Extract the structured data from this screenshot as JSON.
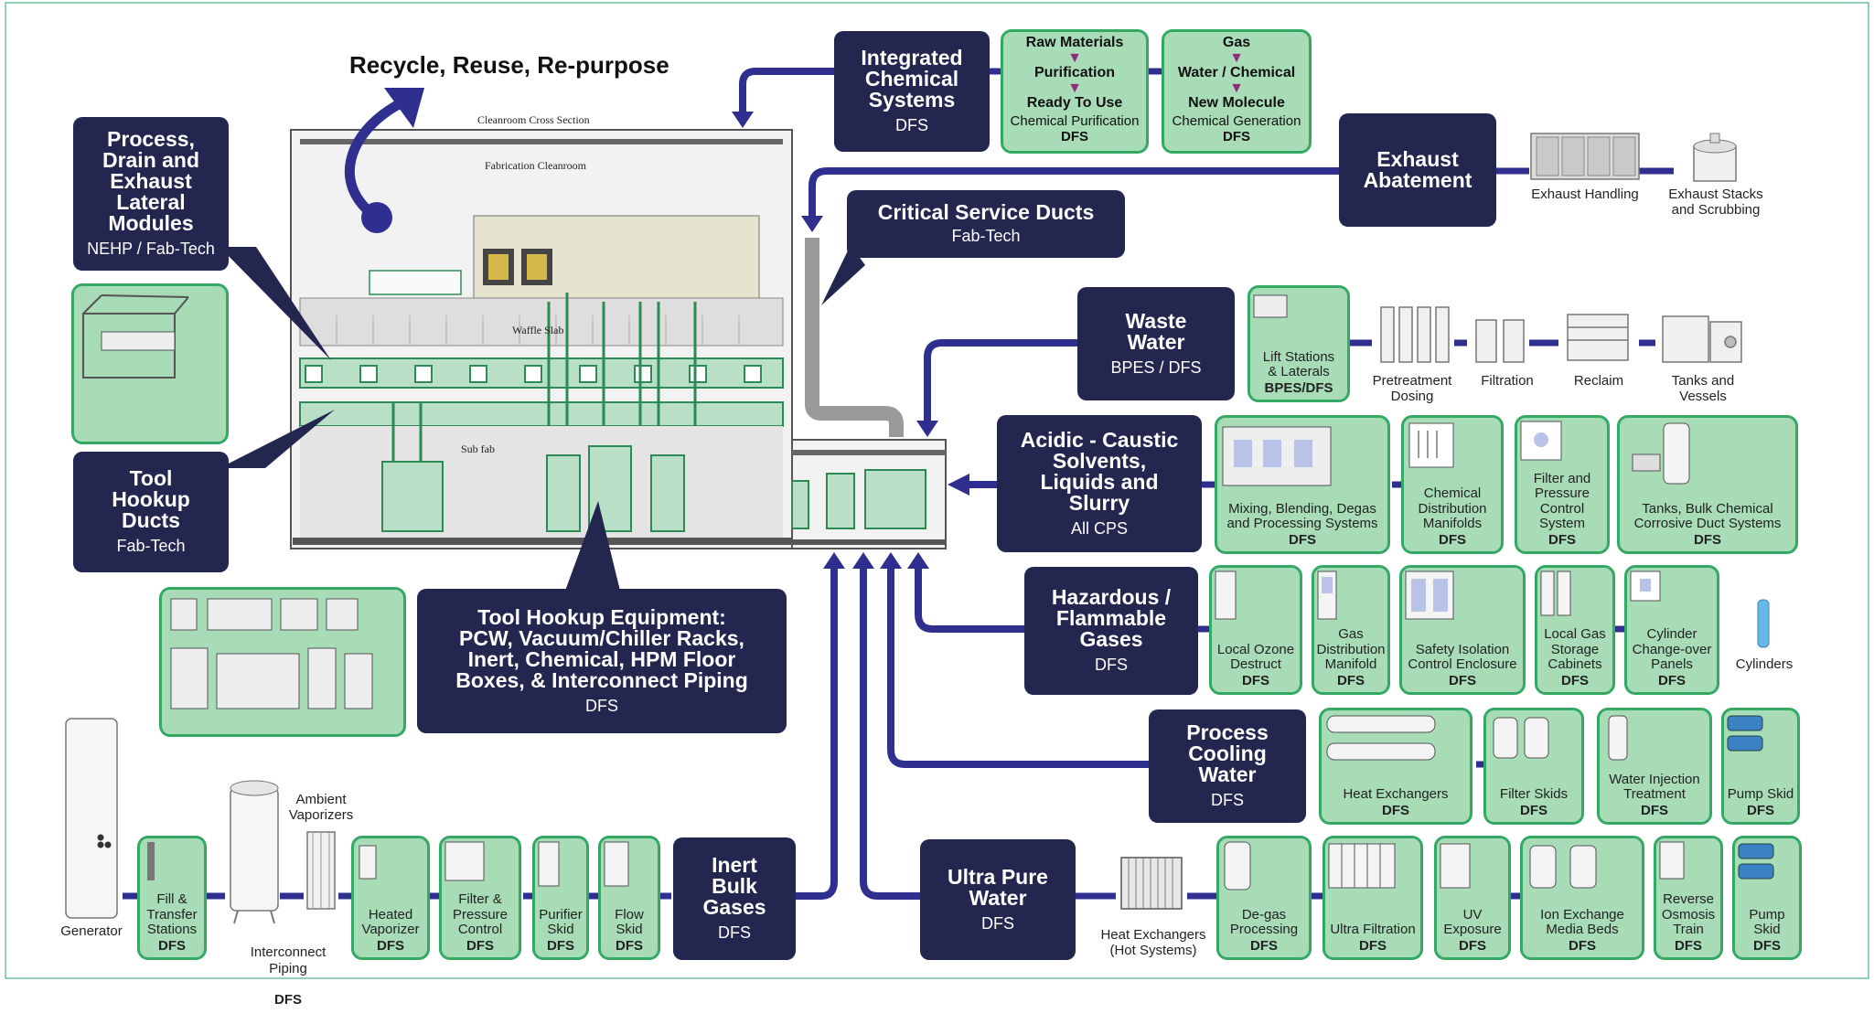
{
  "heading": "Recycle, Reuse, Re-purpose",
  "cleanroom": {
    "cross_section": "Cleanroom Cross Section",
    "fab": "Fabrication Cleanroom",
    "waffle": "Waffle Slab",
    "subfab": "Sub fab"
  },
  "boxes": {
    "process_drain": {
      "title": "Process,\nDrain and\nExhaust\nLateral\nModules",
      "sub": "NEHP / Fab-Tech"
    },
    "tool_hookup_ducts": {
      "title": "Tool\nHookup\nDucts",
      "sub": "Fab-Tech"
    },
    "integrated_chem": {
      "title": "Integrated\nChemical\nSystems",
      "sub": "DFS"
    },
    "critical_ducts": {
      "title": "Critical Service Ducts",
      "sub": "Fab-Tech"
    },
    "exhaust": {
      "title": "Exhaust\nAbatement",
      "sub": ""
    },
    "waste_water": {
      "title": "Waste\nWater",
      "sub": "BPES / DFS"
    },
    "acidic": {
      "title": "Acidic - Caustic\nSolvents,\nLiquids and\nSlurry",
      "sub": "All CPS"
    },
    "hazardous": {
      "title": "Hazardous /\nFlammable\nGases",
      "sub": "DFS"
    },
    "pcw": {
      "title": "Process\nCooling\nWater",
      "sub": "DFS"
    },
    "upw": {
      "title": "Ultra Pure\nWater",
      "sub": "DFS"
    },
    "inert": {
      "title": "Inert\nBulk\nGases",
      "sub": "DFS"
    },
    "tool_hookup_equip": {
      "title": "Tool Hookup Equipment:\nPCW, Vacuum/Chiller Racks,\nInert, Chemical, HPM Floor\nBoxes, & Interconnect Piping",
      "sub": "DFS"
    }
  },
  "chem_cards": [
    {
      "a": "Raw Materials",
      "b": "Purification",
      "c": "Ready To Use",
      "desc": "Chemical Purification",
      "company": "DFS"
    },
    {
      "a": "Gas",
      "b": "Water / Chemical",
      "c": "New Molecule",
      "desc": "Chemical Generation",
      "company": "DFS"
    }
  ],
  "exhaust_items": [
    "Exhaust Handling",
    "Exhaust Stacks\nand Scrubbing"
  ],
  "waste_items": {
    "lift": {
      "label": "Lift Stations\n& Laterals",
      "company": "BPES/DFS"
    },
    "plain": [
      "Pretreatment\nDosing",
      "Filtration",
      "Reclaim",
      "Tanks and Vessels"
    ]
  },
  "acidic_items": [
    {
      "label": "Mixing, Blending, Degas\nand Processing Systems",
      "company": "DFS"
    },
    {
      "label": "Chemical\nDistribution\nManifolds",
      "company": "DFS"
    },
    {
      "label": "Filter and\nPressure\nControl\nSystem",
      "company": "DFS"
    },
    {
      "label": "Tanks, Bulk Chemical\nCorrosive Duct Systems",
      "company": "DFS"
    }
  ],
  "hazard_items": [
    {
      "label": "Local Ozone\nDestruct",
      "company": "DFS"
    },
    {
      "label": "Gas\nDistribution\nManifold",
      "company": "DFS"
    },
    {
      "label": "Safety Isolation\nControl Enclosure",
      "company": "DFS"
    },
    {
      "label": "Local Gas\nStorage\nCabinets",
      "company": "DFS"
    },
    {
      "label": "Cylinder\nChange-over\nPanels",
      "company": "DFS"
    }
  ],
  "cylinders": "Cylinders",
  "pcw_items": [
    {
      "label": "Heat Exchangers",
      "company": "DFS"
    },
    {
      "label": "Filter Skids",
      "company": "DFS"
    },
    {
      "label": "Water Injection\nTreatment",
      "company": "DFS"
    },
    {
      "label": "Pump Skid",
      "company": "DFS"
    }
  ],
  "upw_heat": "Heat Exchangers\n(Hot Systems)",
  "upw_items": [
    {
      "label": "De-gas\nProcessing",
      "company": "DFS"
    },
    {
      "label": "Ultra Filtration",
      "company": "DFS"
    },
    {
      "label": "UV\nExposure",
      "company": "DFS"
    },
    {
      "label": "Ion Exchange\nMedia Beds",
      "company": "DFS"
    },
    {
      "label": "Reverse\nOsmosis\nTrain",
      "company": "DFS"
    },
    {
      "label": "Pump\nSkid",
      "company": "DFS"
    }
  ],
  "inert_items": {
    "generator": "Generator",
    "ambient": "Ambient\nVaporizers",
    "interconnect": {
      "label": "Interconnect\nPiping",
      "company": "DFS"
    },
    "cards": [
      {
        "label": "Fill &\nTransfer\nStations",
        "company": "DFS"
      },
      {
        "label": "Heated\nVaporizer",
        "company": "DFS"
      },
      {
        "label": "Filter &\nPressure\nControl",
        "company": "DFS"
      },
      {
        "label": "Purifier\nSkid",
        "company": "DFS"
      },
      {
        "label": "Flow\nSkid",
        "company": "DFS"
      }
    ]
  },
  "colors": {
    "navy": "#23264f",
    "line": "#2e2f8f",
    "green_fill": "#a8dcb6",
    "green_border": "#35a865",
    "arrow_purple": "#8d2e7c"
  }
}
